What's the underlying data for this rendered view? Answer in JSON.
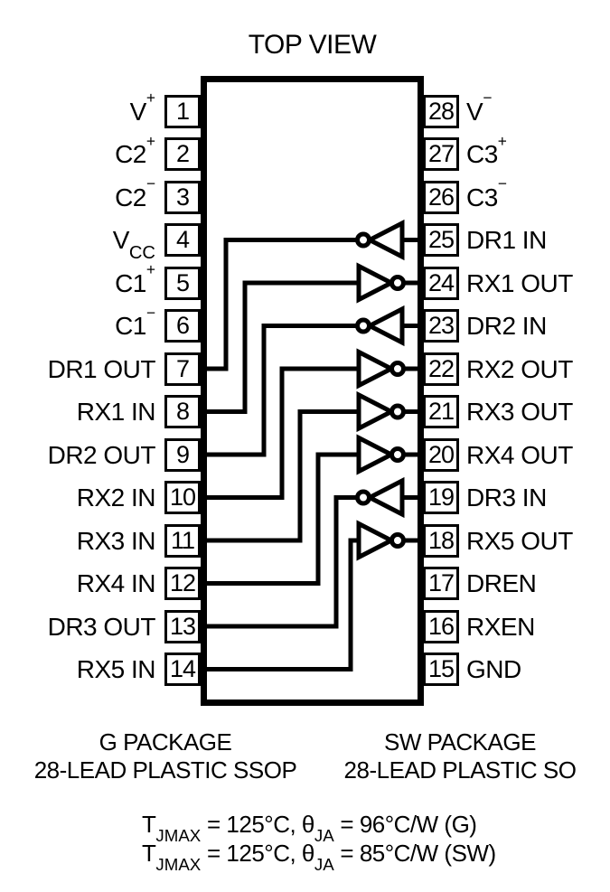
{
  "title": "TOP VIEW",
  "colors": {
    "ink": "#000000",
    "paper": "#ffffff"
  },
  "pins_left": [
    {
      "num": "1",
      "base": "V",
      "sup": "+"
    },
    {
      "num": "2",
      "base": "C2",
      "sup": "+"
    },
    {
      "num": "3",
      "base": "C2",
      "sup": "−"
    },
    {
      "num": "4",
      "base": "V",
      "sub": "CC"
    },
    {
      "num": "5",
      "base": "C1",
      "sup": "+"
    },
    {
      "num": "6",
      "base": "C1",
      "sup": "−"
    },
    {
      "num": "7",
      "base": "DR1 OUT"
    },
    {
      "num": "8",
      "base": "RX1 IN"
    },
    {
      "num": "9",
      "base": "DR2 OUT"
    },
    {
      "num": "10",
      "base": "RX2 IN"
    },
    {
      "num": "11",
      "base": "RX3 IN"
    },
    {
      "num": "12",
      "base": "RX4 IN"
    },
    {
      "num": "13",
      "base": "DR3 OUT"
    },
    {
      "num": "14",
      "base": "RX5 IN"
    }
  ],
  "pins_right": [
    {
      "num": "28",
      "base": "V",
      "sup": "−"
    },
    {
      "num": "27",
      "base": "C3",
      "sup": "+"
    },
    {
      "num": "26",
      "base": "C3",
      "sup": "−"
    },
    {
      "num": "25",
      "base": "DR1 IN"
    },
    {
      "num": "24",
      "base": "RX1 OUT"
    },
    {
      "num": "23",
      "base": "DR2 IN"
    },
    {
      "num": "22",
      "base": "RX2 OUT"
    },
    {
      "num": "21",
      "base": "RX3 OUT"
    },
    {
      "num": "20",
      "base": "RX4 OUT"
    },
    {
      "num": "19",
      "base": "DR3 IN"
    },
    {
      "num": "18",
      "base": "RX5 OUT"
    },
    {
      "num": "17",
      "base": "DREN"
    },
    {
      "num": "16",
      "base": "RXEN"
    },
    {
      "num": "15",
      "base": "GND"
    }
  ],
  "gates": [
    {
      "name": "DR1",
      "symbol": "inverting buffer",
      "input_pin": "25",
      "output_pin": "7",
      "points": "left"
    },
    {
      "name": "RX1",
      "symbol": "inverting buffer",
      "input_pin": "8",
      "output_pin": "24",
      "points": "right"
    },
    {
      "name": "DR2",
      "symbol": "inverting buffer",
      "input_pin": "23",
      "output_pin": "9",
      "points": "left"
    },
    {
      "name": "RX2",
      "symbol": "inverting buffer",
      "input_pin": "10",
      "output_pin": "22",
      "points": "right"
    },
    {
      "name": "RX3",
      "symbol": "inverting buffer",
      "input_pin": "11",
      "output_pin": "21",
      "points": "right"
    },
    {
      "name": "RX4",
      "symbol": "inverting buffer",
      "input_pin": "12",
      "output_pin": "20",
      "points": "right"
    },
    {
      "name": "DR3",
      "symbol": "inverting buffer",
      "input_pin": "19",
      "output_pin": "13",
      "points": "left"
    },
    {
      "name": "RX5",
      "symbol": "inverting buffer",
      "input_pin": "14",
      "output_pin": "18",
      "points": "right"
    }
  ],
  "packages": {
    "left": {
      "line1": "G PACKAGE",
      "line2": "28-LEAD PLASTIC SSOP"
    },
    "right": {
      "line1": "SW PACKAGE",
      "line2": "28-LEAD PLASTIC SO"
    }
  },
  "thermal": [
    {
      "p1": "T",
      "s1": "JMAX",
      "p2": " = 125°C, θ",
      "s2": "JA",
      "p3": " = 96°C/W (G)"
    },
    {
      "p1": "T",
      "s1": "JMAX",
      "p2": " = 125°C, θ",
      "s2": "JA",
      "p3": " = 85°C/W (SW)"
    }
  ]
}
